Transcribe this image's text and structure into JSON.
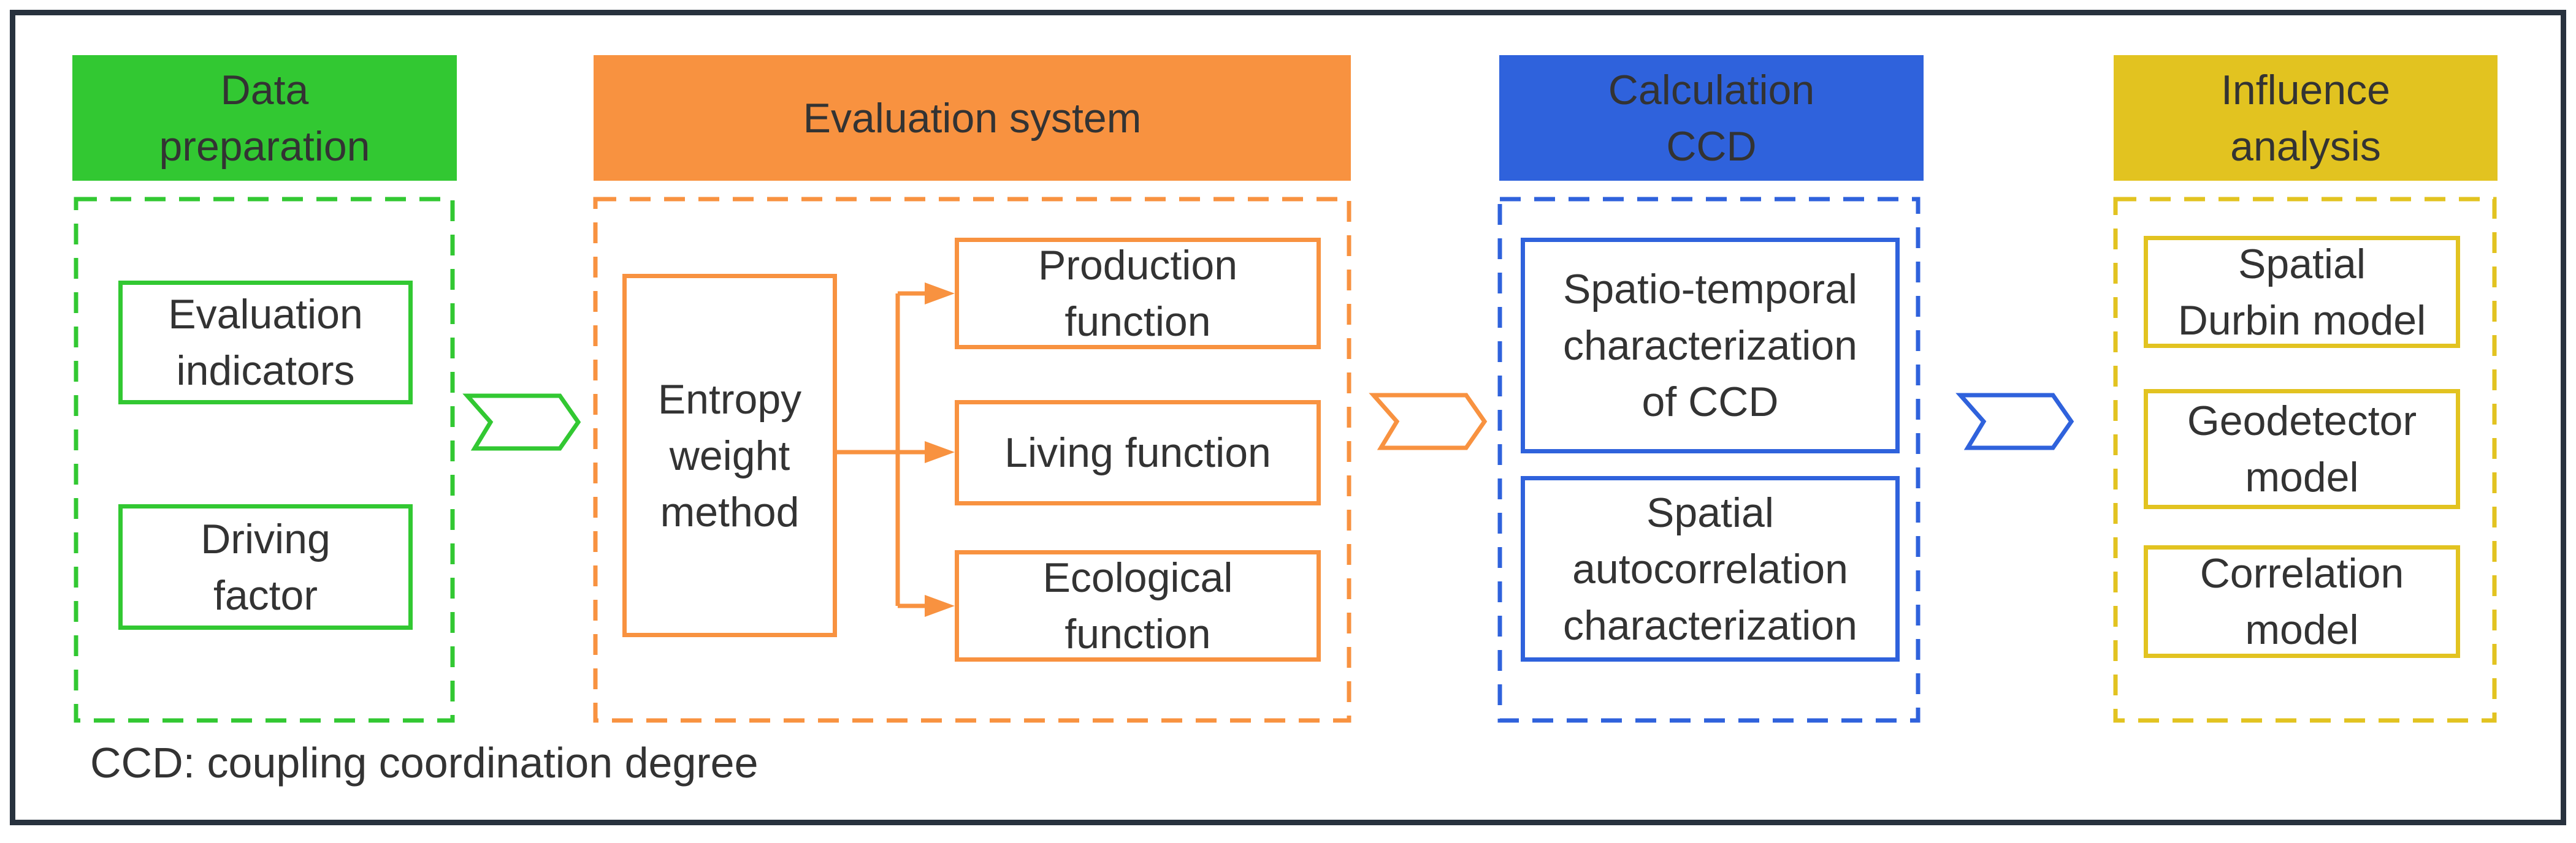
{
  "diagram": {
    "footer_note": "CCD: coupling coordination degree",
    "text_color": "#333333",
    "frame_color": "#28323E",
    "background": "#ffffff"
  },
  "sections": [
    {
      "name": "Data preparation",
      "color": "#32C832",
      "header_lines": [
        "Data",
        "preparation"
      ],
      "boxes": [
        {
          "lines": [
            "Evaluation",
            "indicators"
          ]
        },
        {
          "lines": [
            "Driving",
            "factor"
          ]
        }
      ]
    },
    {
      "name": "Evaluation system",
      "color": "#F89240",
      "header_lines": [
        "Evaluation system"
      ],
      "boxes": [
        {
          "lines": [
            "Entropy",
            "weight",
            "method"
          ]
        },
        {
          "lines": [
            "Production",
            "function"
          ]
        },
        {
          "lines": [
            "Living function"
          ]
        },
        {
          "lines": [
            "Ecological",
            "function"
          ]
        }
      ]
    },
    {
      "name": "Calculation CCD",
      "color": "#2F62DC",
      "header_lines": [
        "Calculation",
        "CCD"
      ],
      "boxes": [
        {
          "lines": [
            "Spatio-temporal",
            "characterization",
            "of CCD"
          ]
        },
        {
          "lines": [
            "Spatial",
            "autocorrelation",
            "characterization"
          ]
        }
      ]
    },
    {
      "name": "Influence analysis",
      "color": "#E2C320",
      "header_lines": [
        "Influence",
        "analysis"
      ],
      "boxes": [
        {
          "lines": [
            "Spatial",
            "Durbin model"
          ]
        },
        {
          "lines": [
            "Geodetector",
            "model"
          ]
        },
        {
          "lines": [
            "Correlation",
            "model"
          ]
        }
      ]
    }
  ],
  "arrows": [
    {
      "from": "Data preparation",
      "to": "Evaluation system",
      "color": "#32C832"
    },
    {
      "from": "Evaluation system",
      "to": "Calculation CCD",
      "color": "#F89240"
    },
    {
      "from": "Calculation CCD",
      "to": "Influence analysis",
      "color": "#2F62DC"
    }
  ]
}
